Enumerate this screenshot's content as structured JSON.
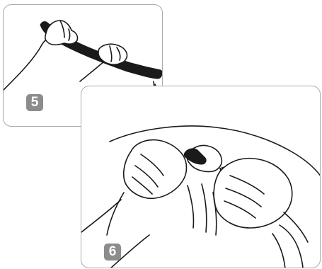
{
  "steps": [
    {
      "number": "5",
      "illustration": "hands-holding-band"
    },
    {
      "number": "6",
      "illustration": "hands-tying-knot"
    }
  ],
  "colors": {
    "frame_border": "#a7a9ac",
    "badge_background": "#8a8c8e",
    "badge_text": "#ffffff",
    "line_art": "#1a1a1a"
  }
}
